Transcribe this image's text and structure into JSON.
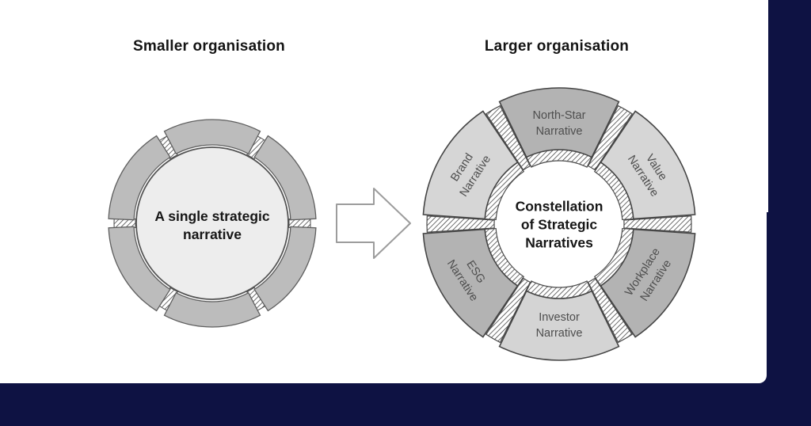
{
  "frame": {
    "navy_color": "#0e1243",
    "panel_color": "#ffffff"
  },
  "left_diagram": {
    "title": "Smaller organisation",
    "center_label": "A single strategic\nnarrative",
    "ring_color": "#bcbcbc",
    "inner_color": "#ededed",
    "segment_count": 6,
    "segment_angles": [
      30,
      90,
      150,
      210,
      270,
      330
    ],
    "gap_angles": [
      0,
      60,
      120,
      180,
      240,
      300
    ]
  },
  "arrow": {
    "direction": "right",
    "style": "outlined-block-arrow",
    "stroke_color": "#9c9c9c"
  },
  "right_diagram": {
    "title": "Larger organisation",
    "center_label": "Constellation\nof Strategic\nNarratives",
    "segments": [
      {
        "label": "North-Star\nNarrative",
        "color": "#b3b3b3",
        "angle": 90,
        "position": "top"
      },
      {
        "label": "Value\nNarrative",
        "color": "#d6d6d6",
        "angle": 30,
        "position": "upper-right"
      },
      {
        "label": "Workplace\nNarrative",
        "color": "#b3b3b3",
        "angle": 330,
        "position": "lower-right"
      },
      {
        "label": "Investor\nNarrative",
        "color": "#d4d4d4",
        "angle": 270,
        "position": "bottom"
      },
      {
        "label": "ESG\nNarrative",
        "color": "#b3b3b3",
        "angle": 210,
        "position": "lower-left"
      },
      {
        "label": "Brand\nNarrative",
        "color": "#d6d6d6",
        "angle": 150,
        "position": "upper-left"
      }
    ]
  }
}
